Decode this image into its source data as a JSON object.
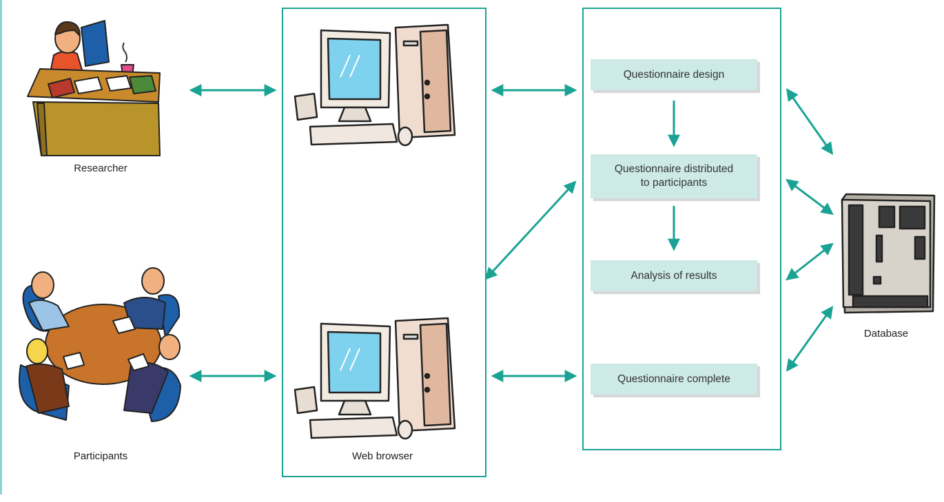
{
  "actors": {
    "researcher": "Researcher",
    "participants": "Participants",
    "web_browser": "Web browser",
    "database": "Database"
  },
  "steps": [
    "Questionnaire design",
    "Questionnaire distributed\nto participants",
    "Analysis of results",
    "Questionnaire complete"
  ],
  "colors": {
    "arrow": "#1aa394",
    "frame": "#1aa394",
    "step_fill": "#cdeae6",
    "left_edge": "#8fd3cd"
  },
  "icons": [
    "researcher-desk-illustration",
    "computer-icon",
    "meeting-table-illustration",
    "database-server-icon"
  ]
}
